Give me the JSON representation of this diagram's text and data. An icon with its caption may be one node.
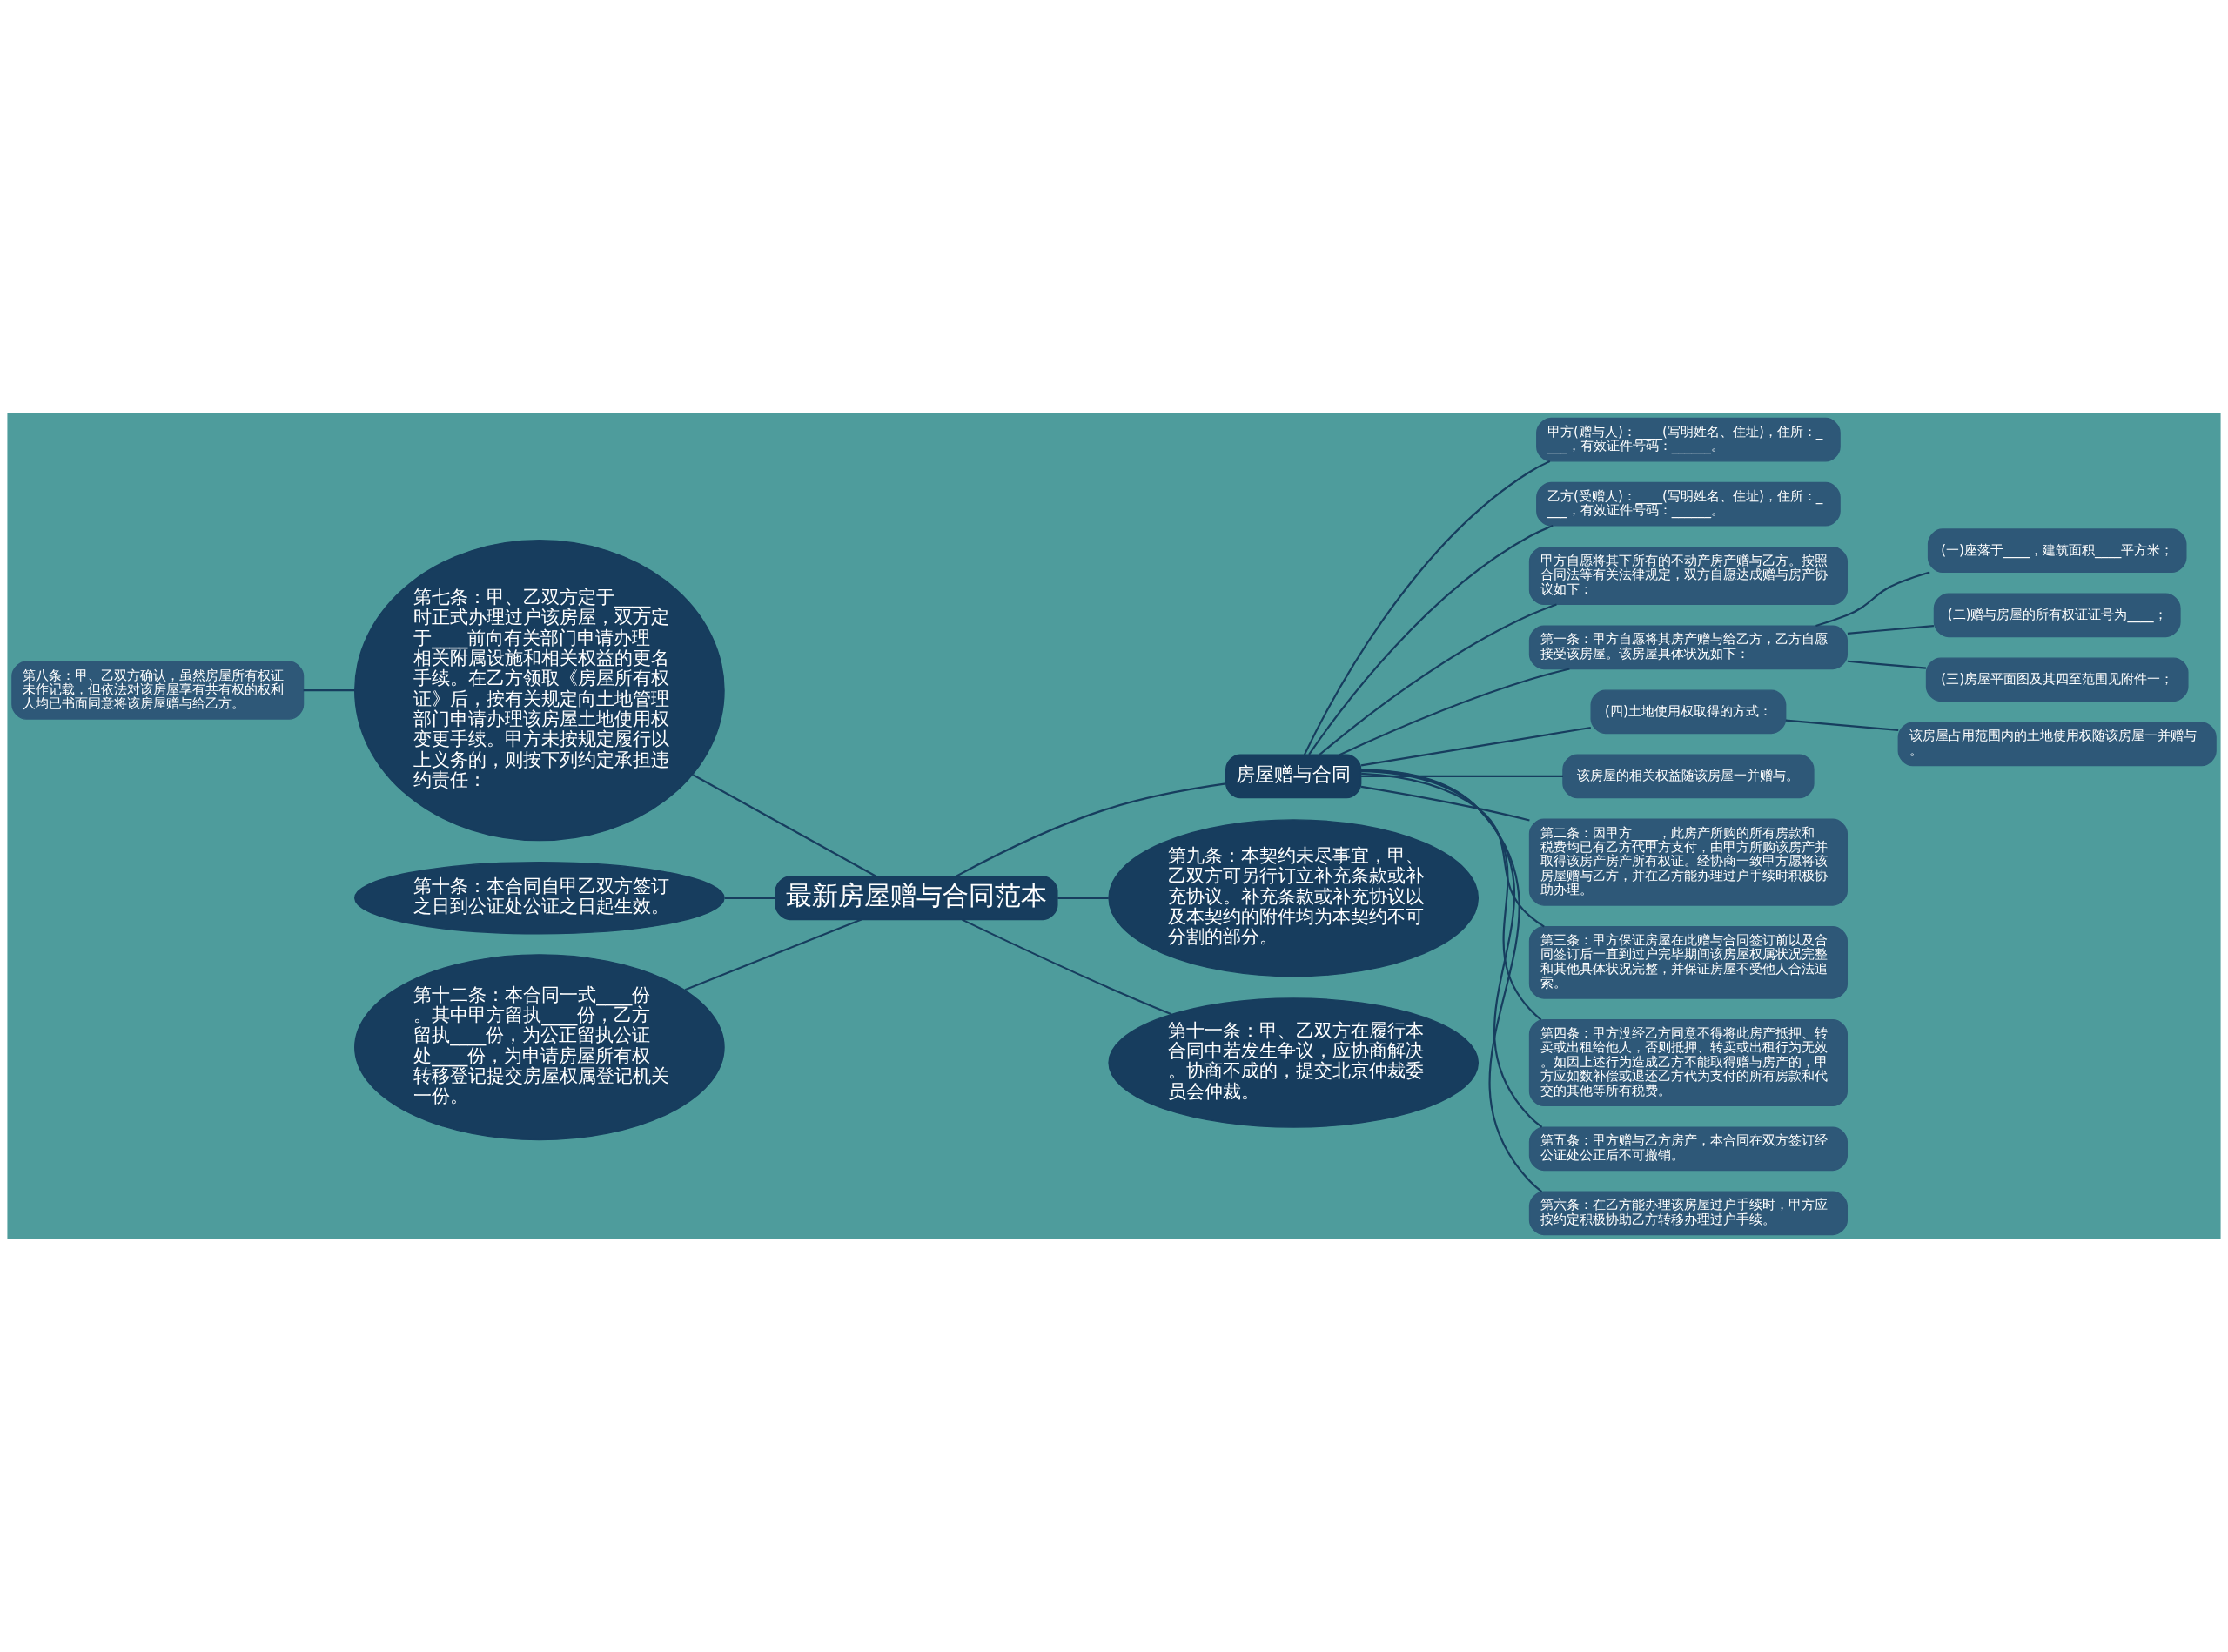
{
  "diagram": {
    "nodes": [
      {
        "text": [
          "最新房屋赠与合同范本"
        ]
      },
      {
        "text": [
          "房屋赠与合同"
        ]
      },
      {
        "text": [
          "甲方(赠与人)：____(写明姓名、住址)，住所：____，有效证件号码：______。"
        ]
      },
      {
        "text": [
          "乙方(受赠人)：____(写明姓名、住址)，住所：____，有效证件号码：______。"
        ]
      },
      {
        "text": [
          "甲方自愿将其下所有的不动产房产赠与乙方。按照合同法等有关法律规定，双方自愿达成赠与房产协议如下："
        ]
      },
      {
        "text": [
          "第一条：甲方自愿将其房产赠与给乙方，乙方自愿接受该房屋。该房屋具体状况如下："
        ]
      },
      {
        "text": [
          "(一)座落于____，建筑面积____平方米；"
        ]
      },
      {
        "text": [
          "(二)赠与房屋的所有权证证号为____；"
        ]
      },
      {
        "text": [
          "(三)房屋平面图及其四至范围见附件一；"
        ]
      },
      {
        "text": [
          "(四)土地使用权取得的方式："
        ]
      },
      {
        "text": [
          "该房屋占用范围内的土地使用权随该房屋一并赠与。"
        ]
      },
      {
        "text": [
          "该房屋的相关权益随该房屋一并赠与。"
        ]
      },
      {
        "text": [
          "第二条：因甲方____，此房产所购的所有房款和税费均已有乙方代甲方支付，由甲方所购该房产并取得该房产房产所有权证。经协商一致甲方愿将该房屋赠与乙方，并在乙方能办理过户手续时积极协助办理。"
        ]
      },
      {
        "text": [
          "第三条：甲方保证房屋在此赠与合同签订前以及合同签订后一直到过户完毕期间该房屋权属状况完整和其他具体状况完整，并保证房屋不受他人合法追索。"
        ]
      },
      {
        "text": [
          "第四条：甲方没经乙方同意不得将此房产抵押、转卖或出租给他人，否则抵押、转卖或出租行为无效。如因上述行为造成乙方不能取得赠与房产的，甲方应如数补偿或退还乙方代为支付的所有房款和代交的其他等所有税费。"
        ]
      },
      {
        "text": [
          "第五条：甲方赠与乙方房产，本合同在双方签订经公证处公正后不可撤销。"
        ]
      },
      {
        "text": [
          "第六条：在乙方能办理该房屋过户手续时，甲方应按约定积极协助乙方转移办理过户手续。"
        ]
      },
      {
        "text": [
          "第七条：甲、乙双方定于____时正式办理过户该房屋，双方定于____前向有关部门申请办理相关附属设施和相关权益的更名手续。在乙方领取《房屋所有权证》后，按有关规定向土地管理部门申请办理该房屋土地使用权变更手续。甲方未按规定履行以上义务的，则按下列约定承担违约责任："
        ]
      },
      {
        "text": [
          "第八条：甲、乙双方确认，虽然房屋所有权证未作记载，但依法对该房屋享有共有权的权利人均已书面同意将该房屋赠与给乙方。"
        ]
      },
      {
        "text": [
          "第十条：本合同自甲乙双方签订之日到公证处公证之日起生效。"
        ]
      },
      {
        "text": [
          "第十二条：本合同一式____份。其中甲方留执____份，乙方留执____份，为公正留执公证处____份，为申请房屋所有权转移登记提交房屋权属登记机关一份。"
        ]
      },
      {
        "text": [
          "第九条：本契约未尽事宜，甲、乙双方可另行订立补充条款或补充协议。补充条款或补充协议以及本契约的附件均为本契约不可分割的部分。"
        ]
      },
      {
        "text": [
          "第十一条：甲、乙双方在履行本合同中若发生争议，应协商解决。协商不成的，提交北京仲裁委员会仲裁。"
        ]
      }
    ],
    "edges": [
      {
        "from": 0,
        "to": 1,
        "arrow": "none"
      },
      {
        "from": 1,
        "to": 2,
        "arrow": "none"
      },
      {
        "from": 1,
        "to": 3,
        "arrow": "none"
      },
      {
        "from": 1,
        "to": 4,
        "arrow": "none"
      },
      {
        "from": 1,
        "to": 5,
        "arrow": "none"
      },
      {
        "from": 5,
        "to": 6,
        "arrow": "none"
      },
      {
        "from": 5,
        "to": 7,
        "arrow": "none"
      },
      {
        "from": 5,
        "to": 8,
        "arrow": "none"
      },
      {
        "from": 1,
        "to": 9,
        "arrow": "none"
      },
      {
        "from": 9,
        "to": 10,
        "arrow": "none"
      },
      {
        "from": 1,
        "to": 11,
        "arrow": "none"
      },
      {
        "from": 1,
        "to": 12,
        "arrow": "none"
      },
      {
        "from": 1,
        "to": 13,
        "arrow": "none"
      },
      {
        "from": 1,
        "to": 14,
        "arrow": "none"
      },
      {
        "from": 1,
        "to": 15,
        "arrow": "none"
      },
      {
        "from": 1,
        "to": 16,
        "arrow": "none"
      },
      {
        "from": 0,
        "to": 17,
        "arrow": "none"
      },
      {
        "from": 17,
        "to": 18,
        "arrow": "none"
      },
      {
        "from": 0,
        "to": 19,
        "arrow": "none"
      },
      {
        "from": 0,
        "to": 20,
        "arrow": "none"
      },
      {
        "from": 0,
        "to": 21,
        "arrow": "none"
      },
      {
        "from": 0,
        "to": 22,
        "arrow": "none"
      }
    ]
  }
}
